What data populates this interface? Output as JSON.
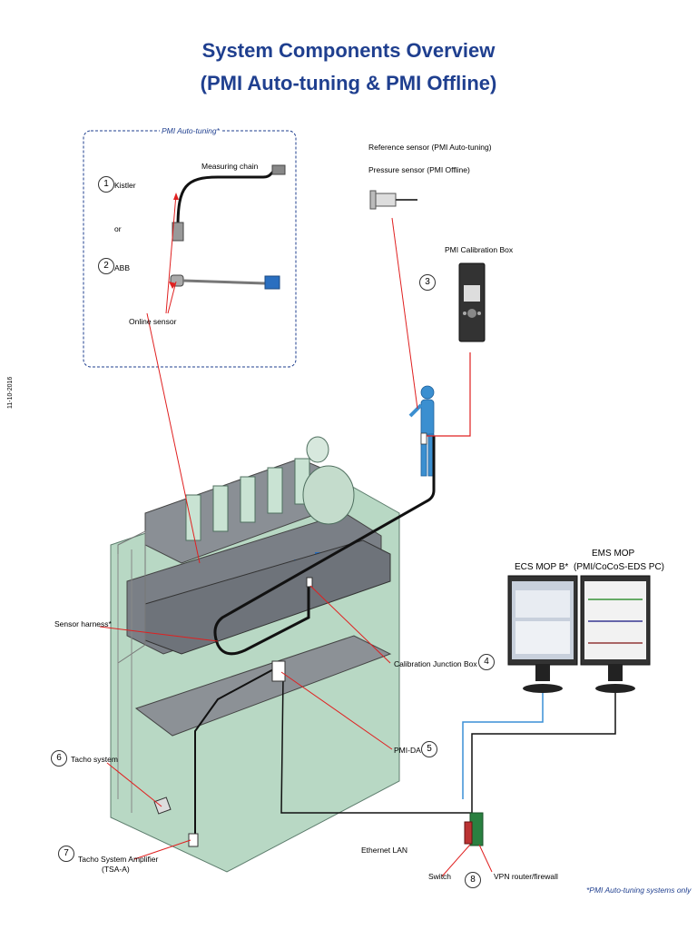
{
  "title": {
    "line1": "System Components Overview",
    "line2": "(PMI Auto-tuning & PMI Offline)"
  },
  "side_date": "11-10-2016",
  "dashed_box_label": "PMI Auto-tuning*",
  "sensors": {
    "measuring_chain": "Measuring chain",
    "kistler": "Kistler",
    "or": "or",
    "abb": "ABB",
    "online_sensor": "Online sensor",
    "reference_sensor": "Reference sensor (PMI Auto-tuning)",
    "pressure_sensor": "Pressure sensor (PMI Offline)",
    "calibration_box": "PMI Calibration Box"
  },
  "callouts": {
    "sensor_harness": "Sensor harness*",
    "calibration_junction_box": "Calibration Junction Box",
    "pmi_dau": "PMI-DAU",
    "tacho_system": "Tacho system",
    "tacho_amp_line1": "Tacho System Amplifier",
    "tacho_amp_line2": "(TSA-A)",
    "ethernet_lan": "Ethernet LAN",
    "switch": "Switch",
    "vpn_router": "VPN router/firewall",
    "ecs_mop": "ECS MOP B*",
    "ems_mop_line1": "EMS MOP",
    "ems_mop_line2": "(PMI/CoCoS-EDS PC)",
    "footnote": "*PMI Auto-tuning systems only"
  },
  "numbers": [
    "1",
    "2",
    "3",
    "4",
    "5",
    "6",
    "7",
    "8"
  ],
  "colors": {
    "title": "#1f3f8f",
    "leader_red": "#e02020",
    "cable_black": "#111111",
    "cable_blue": "#3a8fd6",
    "engine_green": "#b8d8c4",
    "figure_blue": "#3b8fd0"
  }
}
